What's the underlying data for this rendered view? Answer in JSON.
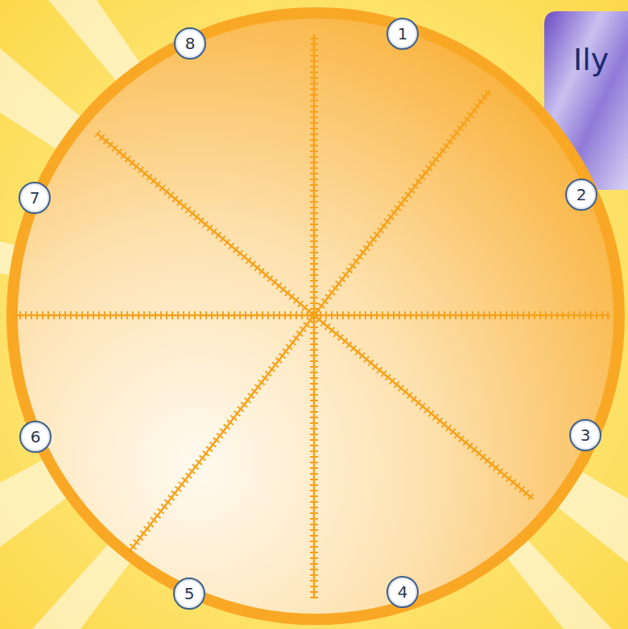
{
  "diagram": {
    "nodes": [
      {
        "text": [
          "1"
        ]
      },
      {
        "text": [
          "2"
        ]
      },
      {
        "text": [
          "3"
        ]
      },
      {
        "text": [
          "4"
        ]
      },
      {
        "text": [
          "5"
        ]
      },
      {
        "text": [
          "6"
        ]
      },
      {
        "text": [
          "7"
        ]
      },
      {
        "text": [
          "8"
        ]
      }
    ],
    "labels": [
      "Ily"
    ]
  }
}
